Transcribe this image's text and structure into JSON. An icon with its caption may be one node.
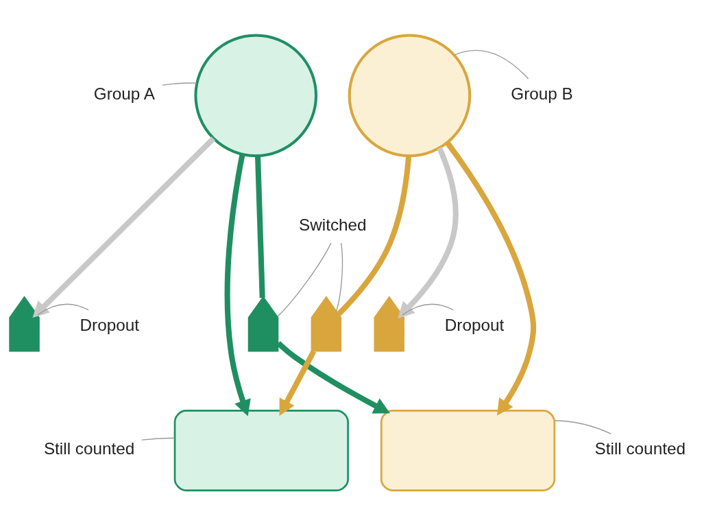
{
  "diagram": {
    "nodes": [
      {
        "text": [
          "Group A"
        ]
      },
      {
        "text": [],
        "shape": "circle"
      },
      {
        "text": [
          "Group B"
        ]
      },
      {
        "text": [],
        "shape": "circle"
      },
      {
        "text": [
          "Dropout"
        ]
      },
      {
        "text": [],
        "shape": "person"
      },
      {
        "text": [
          "Switched"
        ]
      },
      {
        "text": [],
        "shape": "person"
      },
      {
        "text": [],
        "shape": "person"
      },
      {
        "text": [
          "Dropout"
        ]
      },
      {
        "text": [],
        "shape": "person"
      },
      {
        "text": [
          "Still counted"
        ]
      },
      {
        "text": [],
        "shape": "box"
      },
      {
        "text": [
          "Still counted"
        ]
      },
      {
        "text": [],
        "shape": "box"
      }
    ],
    "edges": [
      {
        "from": 0,
        "to": 1,
        "arrow": "none"
      },
      {
        "from": 2,
        "to": 3,
        "arrow": "none"
      },
      {
        "from": 1,
        "to": 5,
        "arrow": "to",
        "color": "#c8c8c8",
        "style": "thick"
      },
      {
        "from": 1,
        "to": 12,
        "arrow": "to",
        "color": "#1f8f62",
        "style": "thick"
      },
      {
        "from": 1,
        "to": 7,
        "arrow": "none",
        "color": "#1f8f62",
        "style": "thick"
      },
      {
        "from": 7,
        "to": 14,
        "arrow": "to",
        "color": "#1f8f62",
        "style": "thick"
      },
      {
        "from": 3,
        "to": 8,
        "arrow": "none",
        "color": "#d9a63e",
        "style": "thick"
      },
      {
        "from": 8,
        "to": 12,
        "arrow": "to",
        "color": "#d9a63e",
        "style": "thick"
      },
      {
        "from": 3,
        "to": 14,
        "arrow": "to",
        "color": "#d9a63e",
        "style": "thick"
      },
      {
        "from": 3,
        "to": 10,
        "arrow": "to",
        "color": "#c8c8c8",
        "style": "thick"
      },
      {
        "from": 4,
        "to": 5,
        "arrow": "none"
      },
      {
        "from": 6,
        "to": 7,
        "arrow": "none"
      },
      {
        "from": 6,
        "to": 8,
        "arrow": "none"
      },
      {
        "from": 9,
        "to": 10,
        "arrow": "none"
      },
      {
        "from": 11,
        "to": 12,
        "arrow": "none"
      },
      {
        "from": 13,
        "to": 14,
        "arrow": "none"
      }
    ]
  }
}
